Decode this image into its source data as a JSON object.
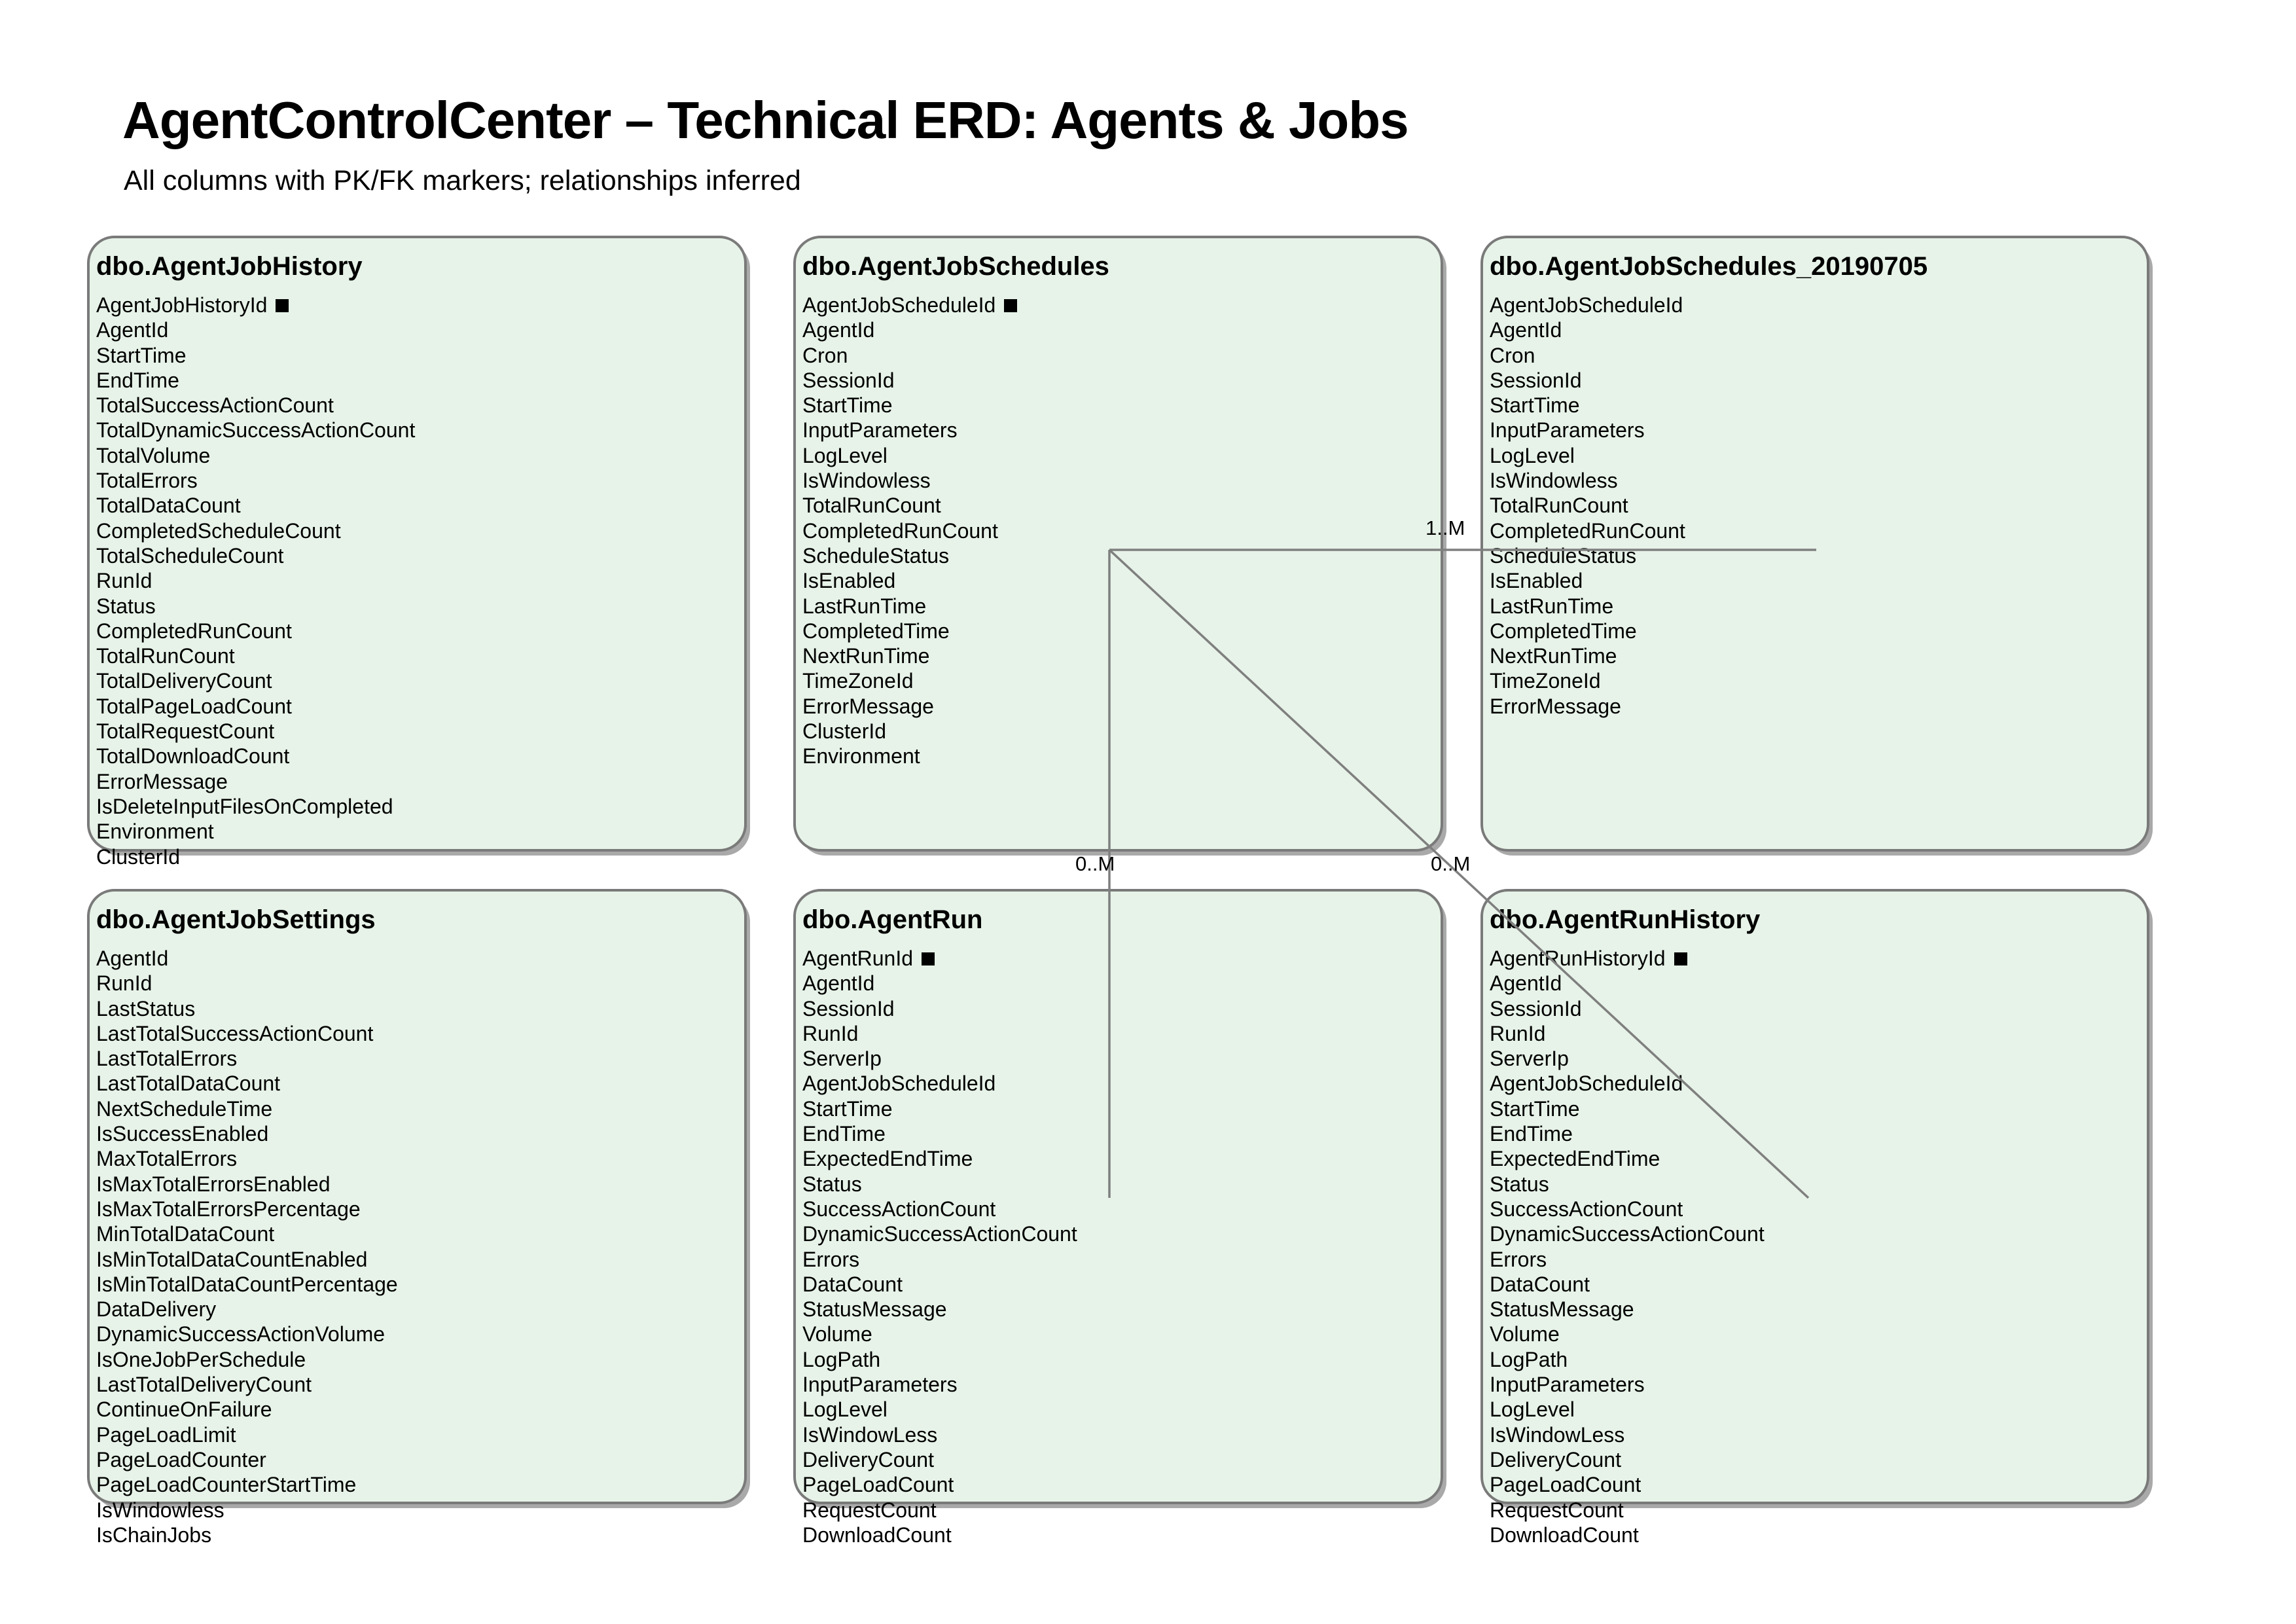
{
  "title": "AgentControlCenter – Technical ERD: Agents & Jobs",
  "subtitle": "All columns with PK/FK markers; relationships inferred",
  "colors": {
    "background": "#ffffff",
    "entity_fill": "#e7f3e8",
    "entity_border": "#7a7a7a",
    "relationship_line": "#7f7f7f",
    "text": "#000000",
    "pk_marker": "#000000"
  },
  "legend": {
    "pk_marker_meaning": "PK/FK marker"
  },
  "relationships": {
    "labels": [
      {
        "text": "1..M"
      },
      {
        "text": "0..M"
      },
      {
        "text": "0..M"
      }
    ]
  },
  "entities": [
    {
      "name": "dbo.AgentJobHistory",
      "columns": [
        {
          "name": "AgentJobHistoryId",
          "pk": true
        },
        {
          "name": "AgentId"
        },
        {
          "name": "StartTime"
        },
        {
          "name": "EndTime"
        },
        {
          "name": "TotalSuccessActionCount"
        },
        {
          "name": "TotalDynamicSuccessActionCount"
        },
        {
          "name": "TotalVolume"
        },
        {
          "name": "TotalErrors"
        },
        {
          "name": "TotalDataCount"
        },
        {
          "name": "CompletedScheduleCount"
        },
        {
          "name": "TotalScheduleCount"
        },
        {
          "name": "RunId"
        },
        {
          "name": "Status"
        },
        {
          "name": "CompletedRunCount"
        },
        {
          "name": "TotalRunCount"
        },
        {
          "name": "TotalDeliveryCount"
        },
        {
          "name": "TotalPageLoadCount"
        },
        {
          "name": "TotalRequestCount"
        },
        {
          "name": "TotalDownloadCount"
        },
        {
          "name": "ErrorMessage"
        },
        {
          "name": "IsDeleteInputFilesOnCompleted"
        },
        {
          "name": "Environment"
        },
        {
          "name": "ClusterId"
        }
      ]
    },
    {
      "name": "dbo.AgentJobSchedules",
      "columns": [
        {
          "name": "AgentJobScheduleId",
          "pk": true
        },
        {
          "name": "AgentId"
        },
        {
          "name": "Cron"
        },
        {
          "name": "SessionId"
        },
        {
          "name": "StartTime"
        },
        {
          "name": "InputParameters"
        },
        {
          "name": "LogLevel"
        },
        {
          "name": "IsWindowless"
        },
        {
          "name": "TotalRunCount"
        },
        {
          "name": "CompletedRunCount"
        },
        {
          "name": "ScheduleStatus"
        },
        {
          "name": "IsEnabled"
        },
        {
          "name": "LastRunTime"
        },
        {
          "name": "CompletedTime"
        },
        {
          "name": "NextRunTime"
        },
        {
          "name": "TimeZoneId"
        },
        {
          "name": "ErrorMessage"
        },
        {
          "name": "ClusterId"
        },
        {
          "name": "Environment"
        }
      ]
    },
    {
      "name": "dbo.AgentJobSchedules_20190705",
      "columns": [
        {
          "name": "AgentJobScheduleId"
        },
        {
          "name": "AgentId"
        },
        {
          "name": "Cron"
        },
        {
          "name": "SessionId"
        },
        {
          "name": "StartTime"
        },
        {
          "name": "InputParameters"
        },
        {
          "name": "LogLevel"
        },
        {
          "name": "IsWindowless"
        },
        {
          "name": "TotalRunCount"
        },
        {
          "name": "CompletedRunCount"
        },
        {
          "name": "ScheduleStatus"
        },
        {
          "name": "IsEnabled"
        },
        {
          "name": "LastRunTime"
        },
        {
          "name": "CompletedTime"
        },
        {
          "name": "NextRunTime"
        },
        {
          "name": "TimeZoneId"
        },
        {
          "name": "ErrorMessage"
        }
      ]
    },
    {
      "name": "dbo.AgentJobSettings",
      "columns": [
        {
          "name": "AgentId"
        },
        {
          "name": "RunId"
        },
        {
          "name": "LastStatus"
        },
        {
          "name": "LastTotalSuccessActionCount"
        },
        {
          "name": "LastTotalErrors"
        },
        {
          "name": "LastTotalDataCount"
        },
        {
          "name": "NextScheduleTime"
        },
        {
          "name": "IsSuccessEnabled"
        },
        {
          "name": "MaxTotalErrors"
        },
        {
          "name": "IsMaxTotalErrorsEnabled"
        },
        {
          "name": "IsMaxTotalErrorsPercentage"
        },
        {
          "name": "MinTotalDataCount"
        },
        {
          "name": "IsMinTotalDataCountEnabled"
        },
        {
          "name": "IsMinTotalDataCountPercentage"
        },
        {
          "name": "DataDelivery"
        },
        {
          "name": "DynamicSuccessActionVolume"
        },
        {
          "name": "IsOneJobPerSchedule"
        },
        {
          "name": "LastTotalDeliveryCount"
        },
        {
          "name": "ContinueOnFailure"
        },
        {
          "name": "PageLoadLimit"
        },
        {
          "name": "PageLoadCounter"
        },
        {
          "name": "PageLoadCounterStartTime"
        },
        {
          "name": "IsWindowless"
        },
        {
          "name": "IsChainJobs"
        }
      ]
    },
    {
      "name": "dbo.AgentRun",
      "columns": [
        {
          "name": "AgentRunId",
          "pk": true
        },
        {
          "name": "AgentId"
        },
        {
          "name": "SessionId"
        },
        {
          "name": "RunId"
        },
        {
          "name": "ServerIp"
        },
        {
          "name": "AgentJobScheduleId"
        },
        {
          "name": "StartTime"
        },
        {
          "name": "EndTime"
        },
        {
          "name": "ExpectedEndTime"
        },
        {
          "name": "Status"
        },
        {
          "name": "SuccessActionCount"
        },
        {
          "name": "DynamicSuccessActionCount"
        },
        {
          "name": "Errors"
        },
        {
          "name": "DataCount"
        },
        {
          "name": "StatusMessage"
        },
        {
          "name": "Volume"
        },
        {
          "name": "LogPath"
        },
        {
          "name": "InputParameters"
        },
        {
          "name": "LogLevel"
        },
        {
          "name": "IsWindowLess"
        },
        {
          "name": "DeliveryCount"
        },
        {
          "name": "PageLoadCount"
        },
        {
          "name": "RequestCount"
        },
        {
          "name": "DownloadCount"
        }
      ]
    },
    {
      "name": "dbo.AgentRunHistory",
      "columns": [
        {
          "name": "AgentRunHistoryId",
          "pk": true
        },
        {
          "name": "AgentId"
        },
        {
          "name": "SessionId"
        },
        {
          "name": "RunId"
        },
        {
          "name": "ServerIp"
        },
        {
          "name": "AgentJobScheduleId"
        },
        {
          "name": "StartTime"
        },
        {
          "name": "EndTime"
        },
        {
          "name": "ExpectedEndTime"
        },
        {
          "name": "Status"
        },
        {
          "name": "SuccessActionCount"
        },
        {
          "name": "DynamicSuccessActionCount"
        },
        {
          "name": "Errors"
        },
        {
          "name": "DataCount"
        },
        {
          "name": "StatusMessage"
        },
        {
          "name": "Volume"
        },
        {
          "name": "LogPath"
        },
        {
          "name": "InputParameters"
        },
        {
          "name": "LogLevel"
        },
        {
          "name": "IsWindowLess"
        },
        {
          "name": "DeliveryCount"
        },
        {
          "name": "PageLoadCount"
        },
        {
          "name": "RequestCount"
        },
        {
          "name": "DownloadCount"
        }
      ]
    }
  ]
}
